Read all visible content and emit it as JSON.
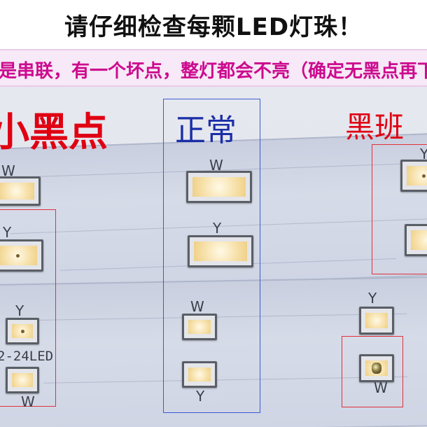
{
  "header": {
    "title": "请仔细检查每颗LED灯珠！",
    "subtitle": "是串联，有一个坏点，整灯都会不亮（确定无黑点再下"
  },
  "photo": {
    "labels": {
      "small_dark_dot": "小黑点",
      "normal": "正常",
      "dark_spot": "黑班"
    },
    "led_marks": [
      "W",
      "Y",
      "Y",
      "W",
      "Y",
      "Y",
      "W",
      "Y",
      "W",
      "W"
    ],
    "model_print": "2-24LED"
  },
  "colors": {
    "title": "#111111",
    "subtitle": "#cc0a8e",
    "label_red": "#e00012",
    "label_blue": "#1a2ea8",
    "board": "#d2d7e5"
  }
}
